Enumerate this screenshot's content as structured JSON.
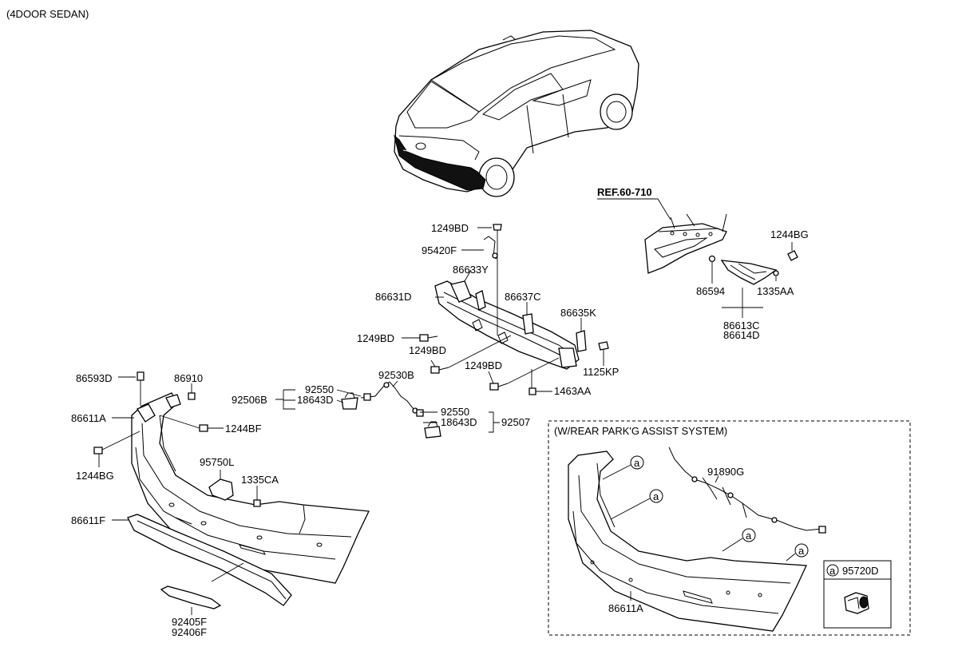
{
  "header": {
    "variant": "(4DOOR SEDAN)"
  },
  "reference": {
    "label": "REF.60-710"
  },
  "optional_box": {
    "title": "(W/REAR PARK'G ASSIST SYSTEM)"
  },
  "legend": {
    "marker": "a",
    "part": "95720D"
  },
  "callout_marker": "a",
  "labels": {
    "p1249BD_top": "1249BD",
    "p95420F": "95420F",
    "p86633Y": "86633Y",
    "p86631D": "86631D",
    "p86637C": "86637C",
    "p86635K": "86635K",
    "p1249BD_left": "1249BD",
    "p1249BD_mid": "1249BD",
    "p1249BD_low": "1249BD",
    "p1125KP": "1125KP",
    "p1463AA": "1463AA",
    "p1244BG_right": "1244BG",
    "p86594": "86594",
    "p1335AA": "1335AA",
    "p86613C": "86613C",
    "p86614D": "86614D",
    "p86593D": "86593D",
    "p86910": "86910",
    "p86611A": "86611A",
    "p1244BF": "1244BF",
    "p1244BG_left": "1244BG",
    "p95750L": "95750L",
    "p1335CA": "1335CA",
    "p86611F": "86611F",
    "p92405F": "92405F",
    "p92406F": "92406F",
    "p92550_a": "92550",
    "p92506B": "92506B",
    "p18643D_a": "18643D",
    "p92530B": "92530B",
    "p92550_b": "92550",
    "p18643D_b": "18643D",
    "p92507": "92507",
    "p91890G": "91890G",
    "p86611A_box": "86611A"
  }
}
